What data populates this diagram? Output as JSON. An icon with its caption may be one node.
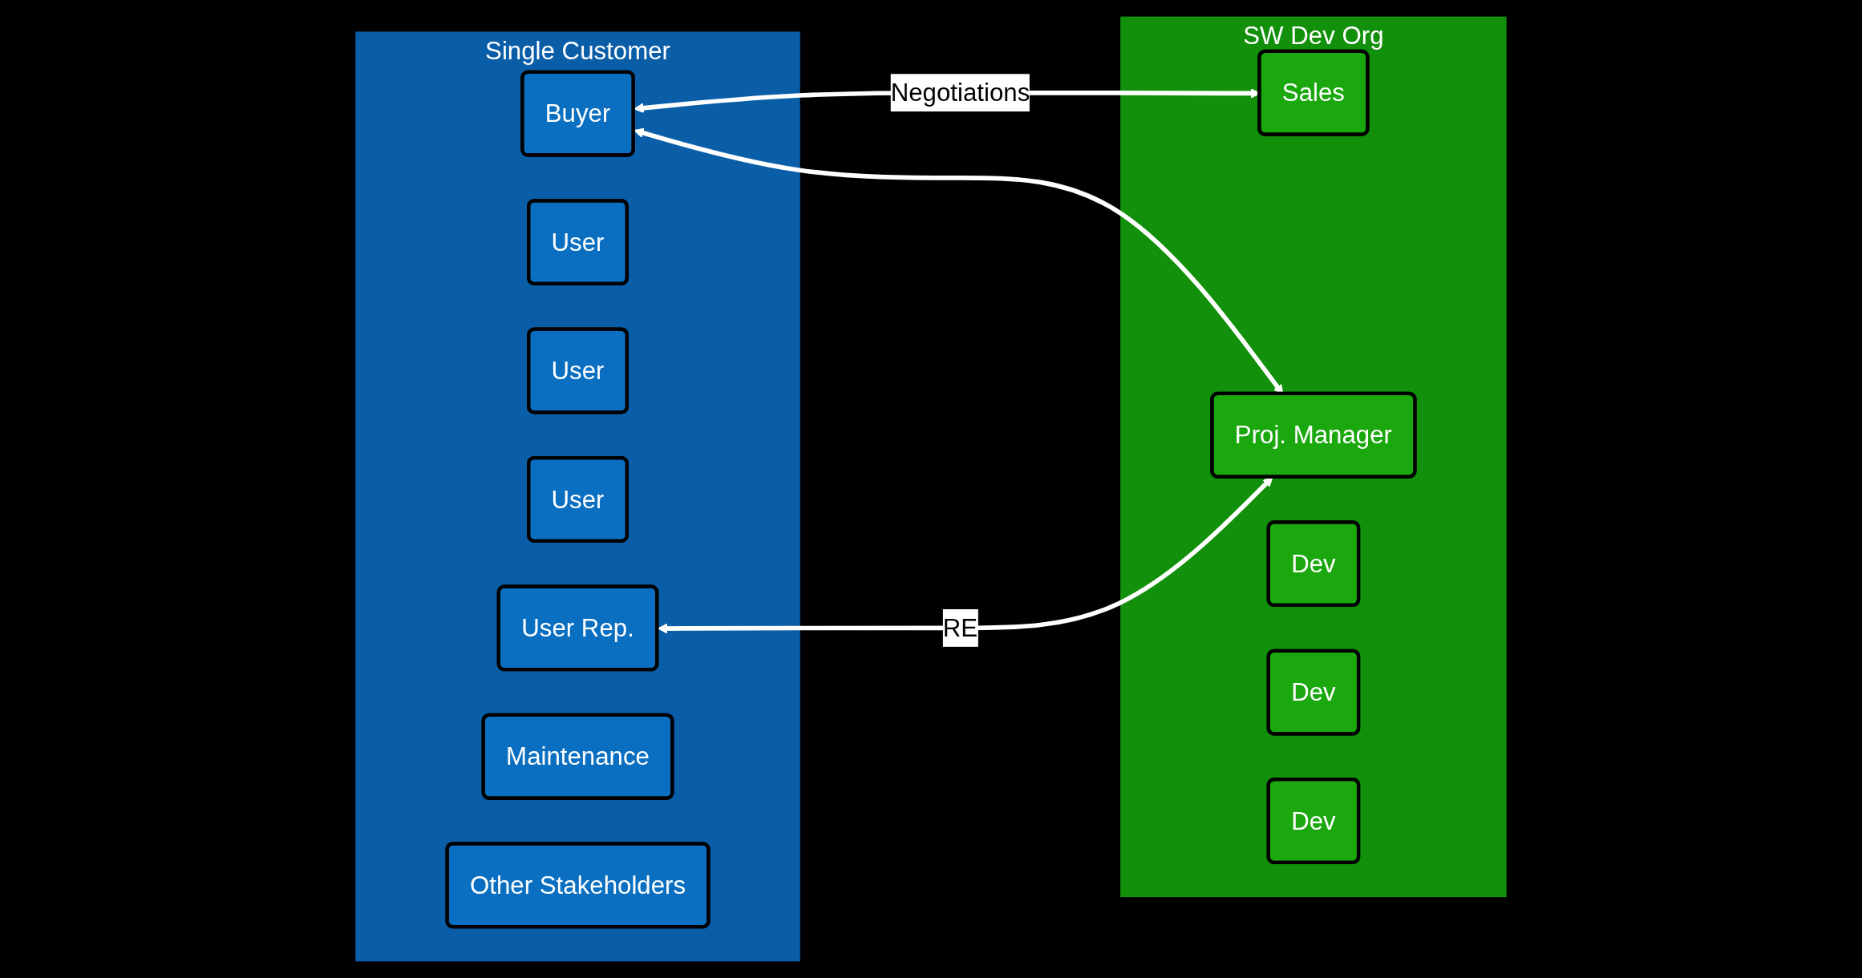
{
  "diagram": {
    "nodes": [
      {
        "text": [
          "Single Customer"
        ]
      },
      {
        "text": [
          "Buyer"
        ],
        "in": 0
      },
      {
        "text": [
          "User"
        ],
        "in": 0
      },
      {
        "text": [
          "User"
        ],
        "in": 0
      },
      {
        "text": [
          "User"
        ],
        "in": 0
      },
      {
        "text": [
          "User Rep."
        ],
        "in": 0
      },
      {
        "text": [
          "Maintenance"
        ],
        "in": 0
      },
      {
        "text": [
          "Other Stakeholders"
        ],
        "in": 0
      },
      {
        "text": [
          "SW Dev Org"
        ]
      },
      {
        "text": [
          "Sales"
        ],
        "in": 8
      },
      {
        "text": [
          "Proj. Manager"
        ],
        "in": 8
      },
      {
        "text": [
          "Dev"
        ],
        "in": 8
      },
      {
        "text": [
          "Dev"
        ],
        "in": 8
      },
      {
        "text": [
          "Dev"
        ],
        "in": 8
      }
    ],
    "edges": [
      {
        "from": 1,
        "to": 9,
        "arrow": "both",
        "label": "Negotiations"
      },
      {
        "from": 1,
        "to": 10,
        "arrow": "both"
      },
      {
        "from": 5,
        "to": 10,
        "arrow": "both",
        "label": "RE"
      }
    ]
  }
}
